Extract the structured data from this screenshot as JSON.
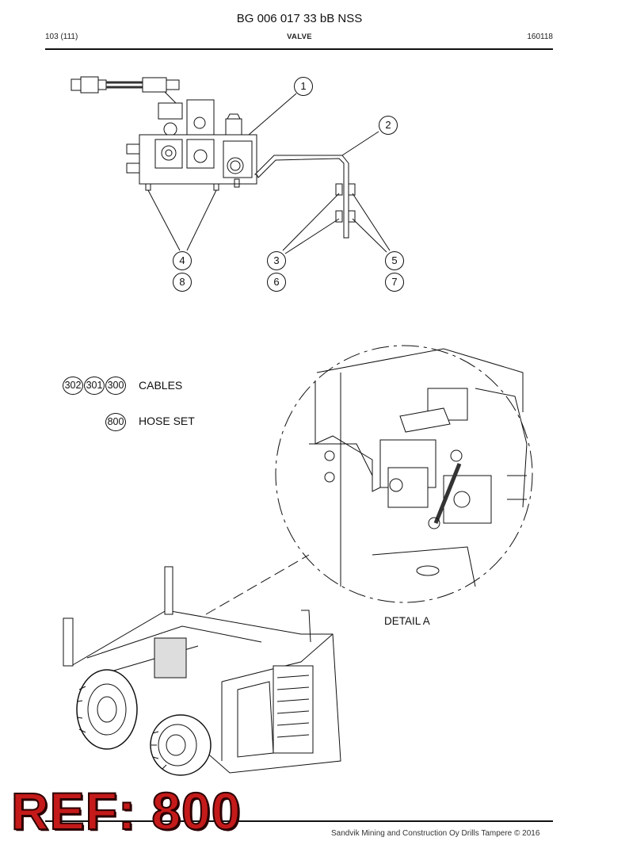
{
  "header": {
    "doc_title": "BG 006 017 33 bB NSS",
    "page": "103 (111)",
    "section": "VALVE",
    "code": "160118"
  },
  "callouts": {
    "c1": "1",
    "c2": "2",
    "c3": "3",
    "c4": "4",
    "c5": "5",
    "c6": "6",
    "c7": "7",
    "c8": "8"
  },
  "legend": {
    "cable_refs": [
      "302",
      "301",
      "300"
    ],
    "cables_label": "CABLES",
    "hose_ref": "800",
    "hose_label": "HOSE SET"
  },
  "detail_label": "DETAIL A",
  "stamp": "REF: 800",
  "footer": "Sandvik Mining and Construction Oy Drills Tampere © 2016"
}
